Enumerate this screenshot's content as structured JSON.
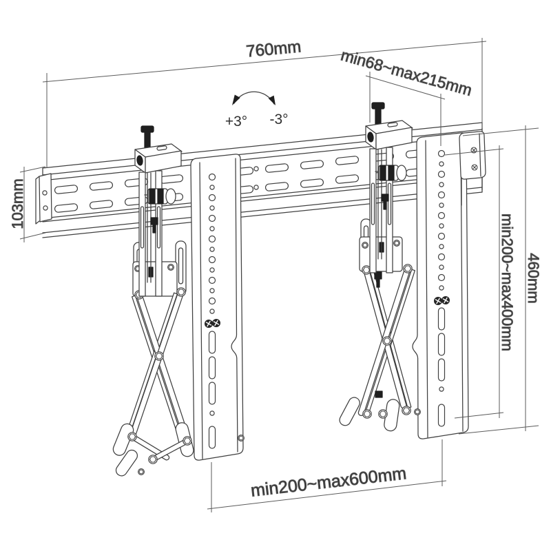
{
  "diagram": {
    "labels": {
      "top_width": "760mm",
      "depth_range": "min68~max215mm",
      "tilt_positive": "+3°",
      "tilt_negative": "-3°",
      "rail_height": "103mm",
      "bracket_height": "460mm",
      "vesa_vertical_range": "min200~max400mm",
      "vesa_horizontal_range": "min200~max600mm"
    },
    "colors": {
      "background": "#ffffff",
      "line": "#3f3f3f",
      "dimension_line": "#5a5a5a",
      "label_text": "#2f2f2f",
      "dark_fill": "#1f1f1f"
    }
  }
}
